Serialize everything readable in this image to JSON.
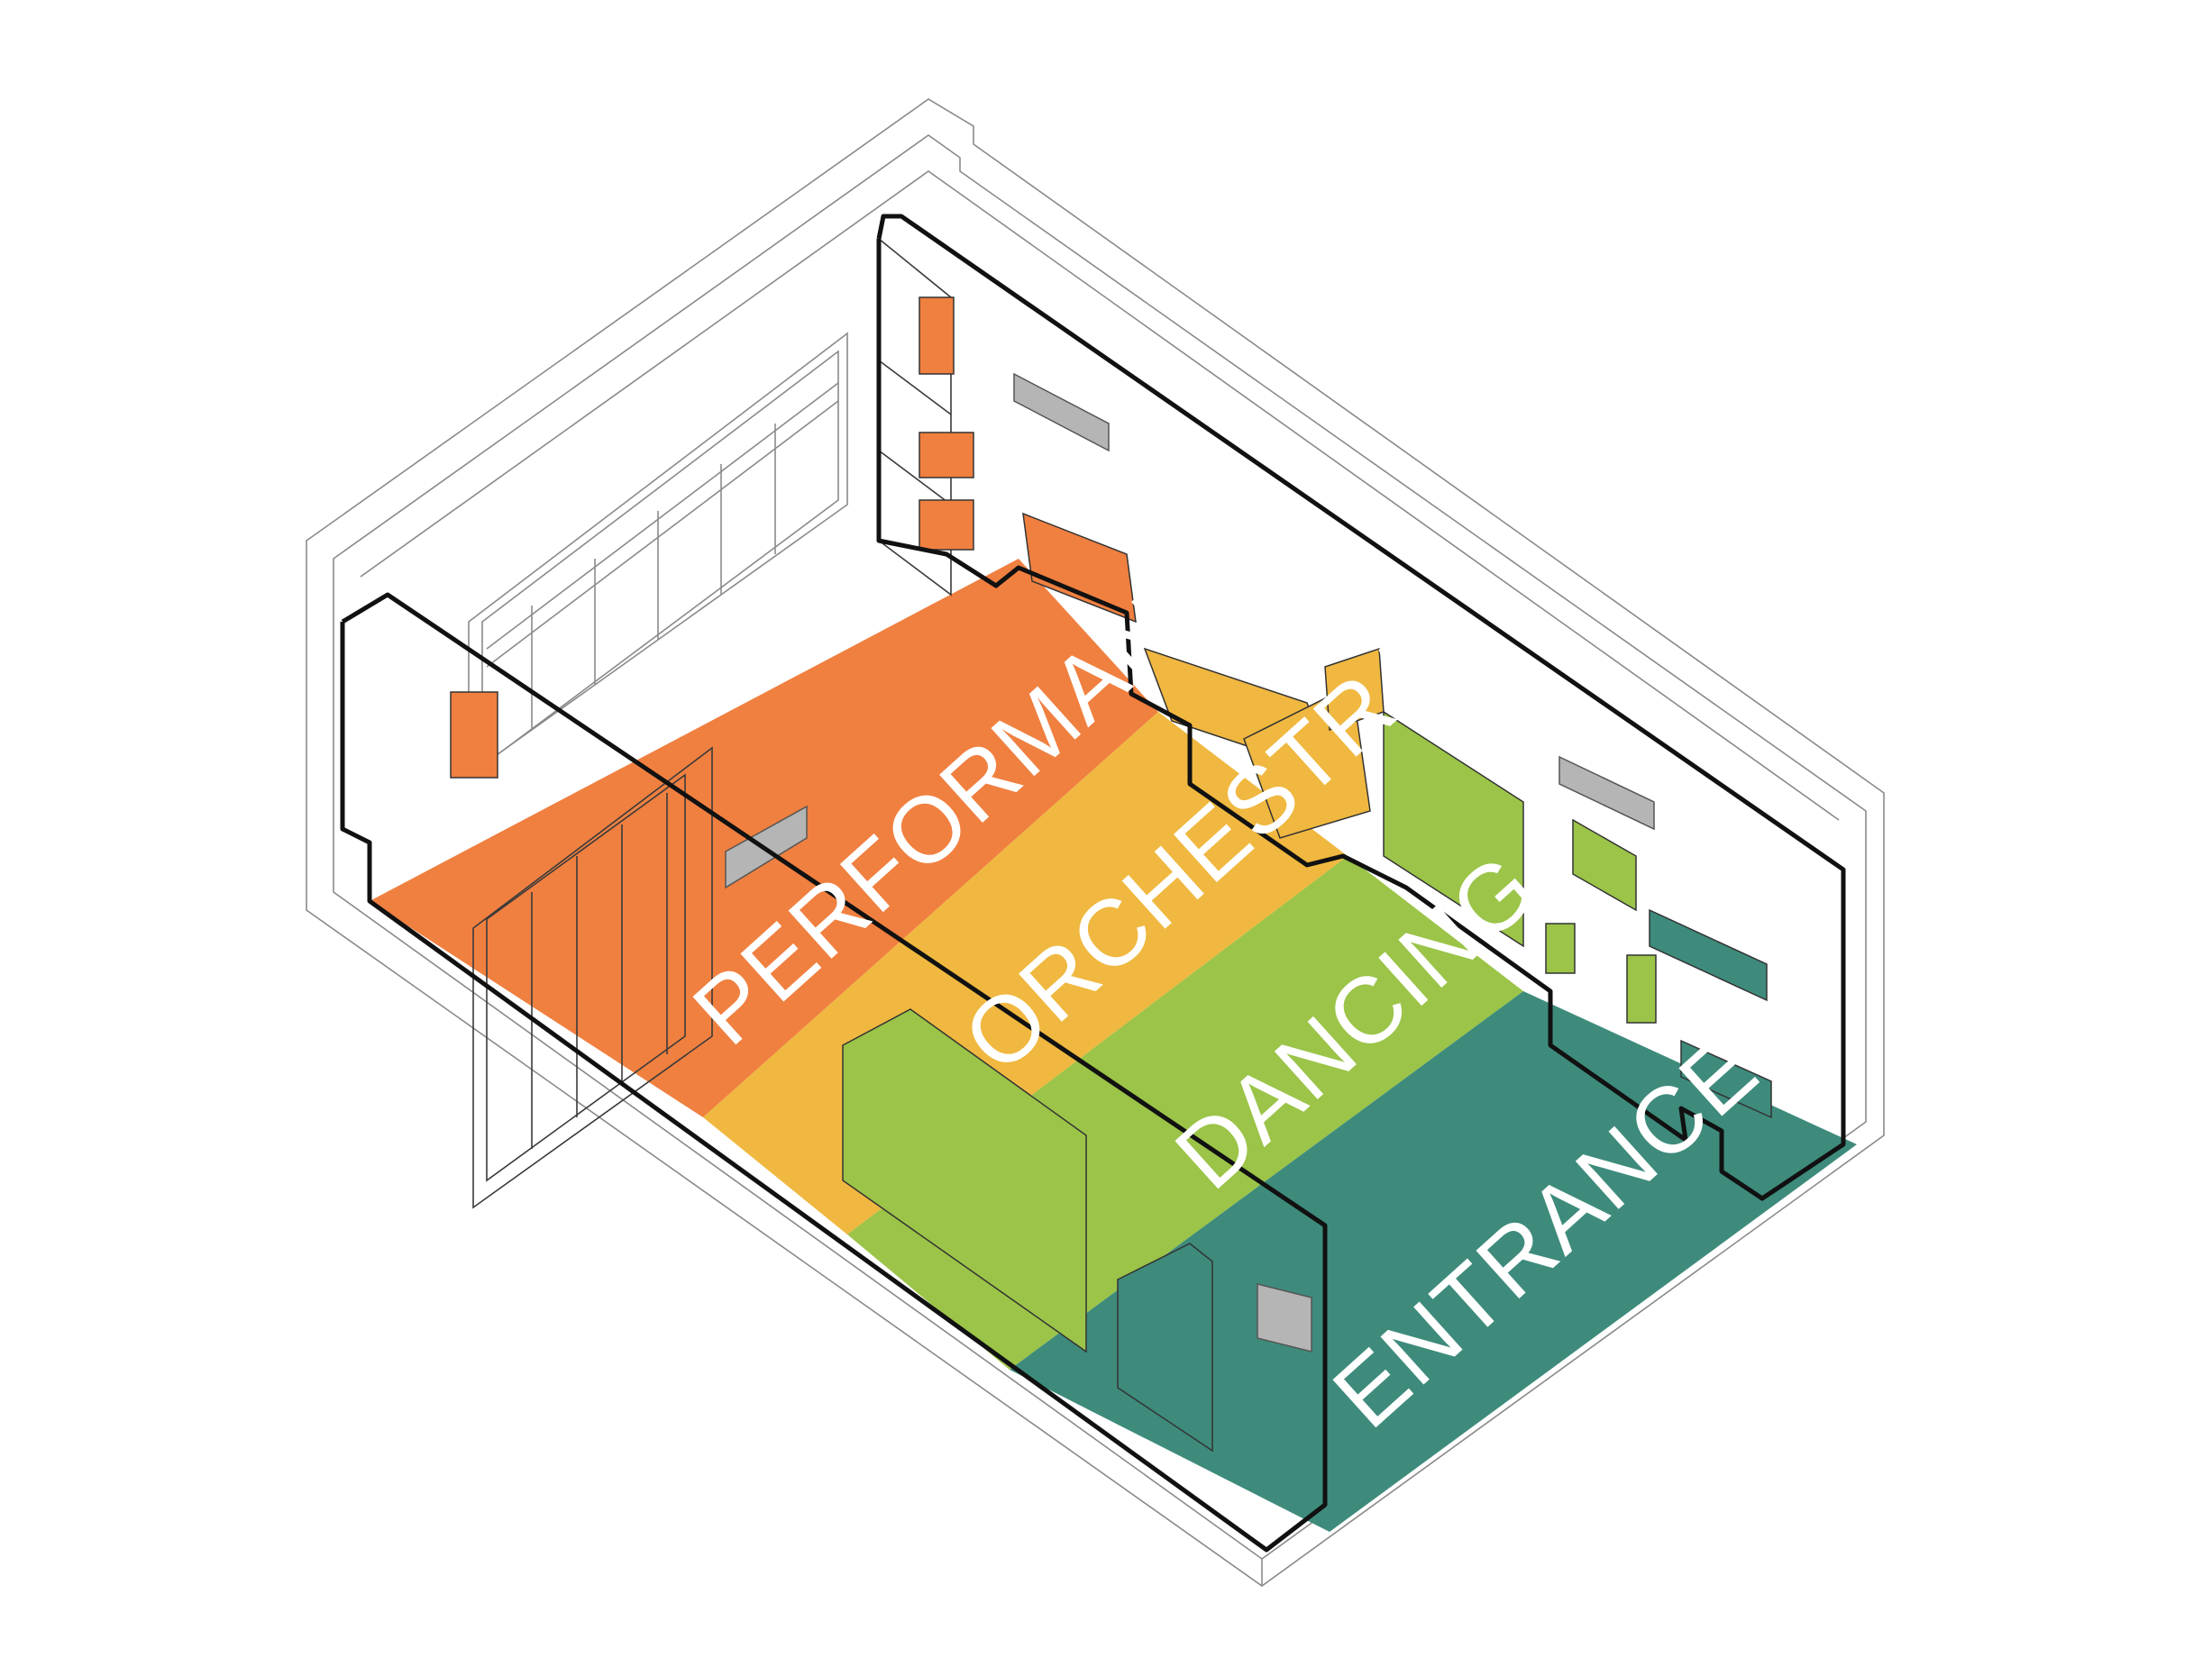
{
  "zones": [
    {
      "id": "performance",
      "label": "PERFORMANCE",
      "color": "#F08040"
    },
    {
      "id": "orchestra",
      "label": "ORCHESTRA",
      "color": "#F0B840"
    },
    {
      "id": "dancing",
      "label": "DANCING",
      "color": "#9BC448"
    },
    {
      "id": "entrance",
      "label": "ENTRANCE",
      "color": "#3E8B7C"
    }
  ],
  "colors": {
    "outline": "#111111",
    "wall_line": "#8a8a8a",
    "fixture_gray": "#b5b5b5",
    "background": "#ffffff"
  }
}
